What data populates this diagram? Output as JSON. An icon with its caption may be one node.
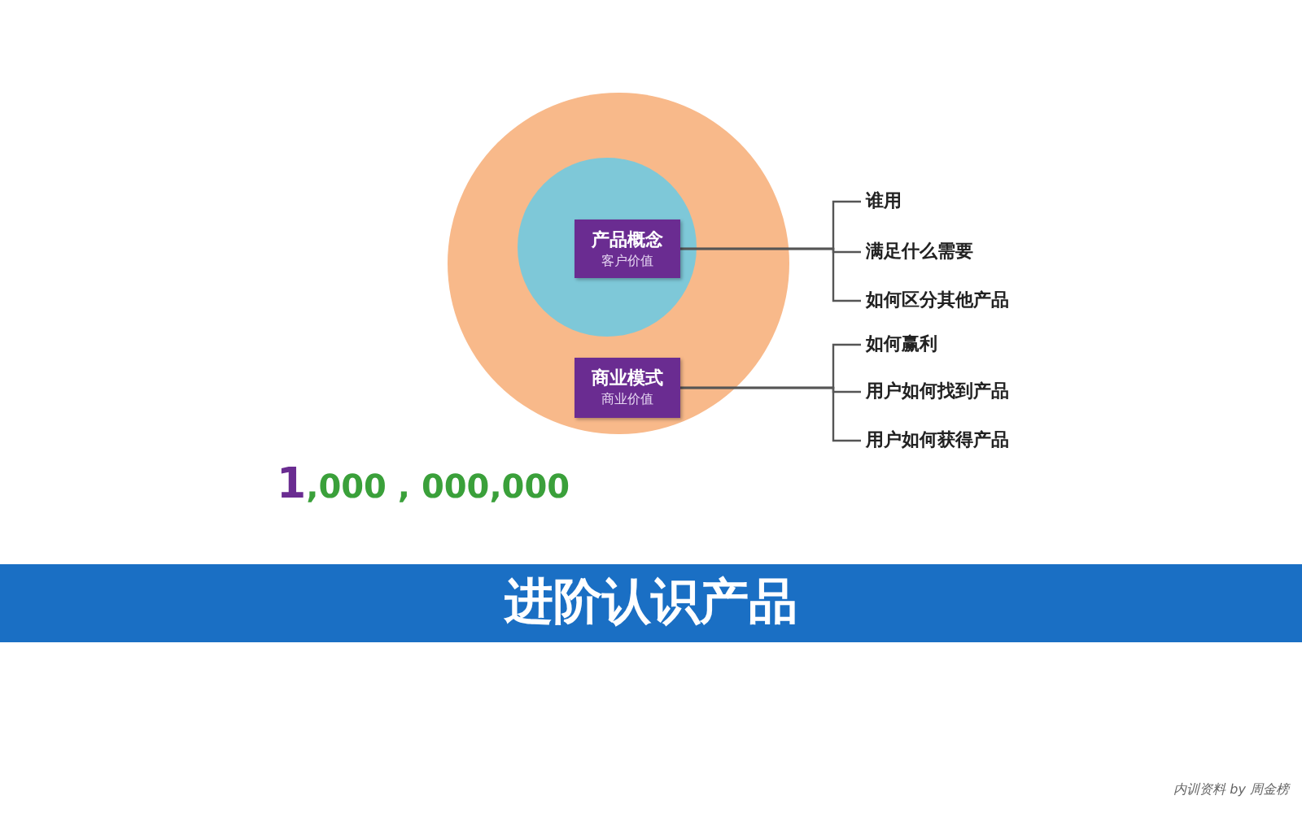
{
  "diagram": {
    "title": "进阶认识产品",
    "nodes": [
      {
        "text": [],
        "shape": "circle"
      },
      {
        "text": [],
        "shape": "circle",
        "in": 0
      },
      {
        "text": [
          "产品概念",
          "客户价值"
        ],
        "in": 1
      },
      {
        "text": [
          "商业模式",
          "商业价值"
        ],
        "in": 0
      },
      {
        "text": [
          "谁用"
        ]
      },
      {
        "text": [
          "满足什么需要"
        ]
      },
      {
        "text": [
          "如何区分其他产品"
        ]
      },
      {
        "text": [
          "如何赢利"
        ]
      },
      {
        "text": [
          "用户如何找到产品"
        ]
      },
      {
        "text": [
          "用户如何获得产品"
        ]
      }
    ],
    "edges": [
      {
        "from": 2,
        "to": 4,
        "arrow": "none"
      },
      {
        "from": 2,
        "to": 5,
        "arrow": "none"
      },
      {
        "from": 2,
        "to": 6,
        "arrow": "none"
      },
      {
        "from": 3,
        "to": 7,
        "arrow": "none"
      },
      {
        "from": 3,
        "to": 8,
        "arrow": "none"
      },
      {
        "from": 3,
        "to": 9,
        "arrow": "none"
      }
    ],
    "labels": [
      "1,000 , 000,000",
      "内训资料 by 周金榜"
    ]
  }
}
